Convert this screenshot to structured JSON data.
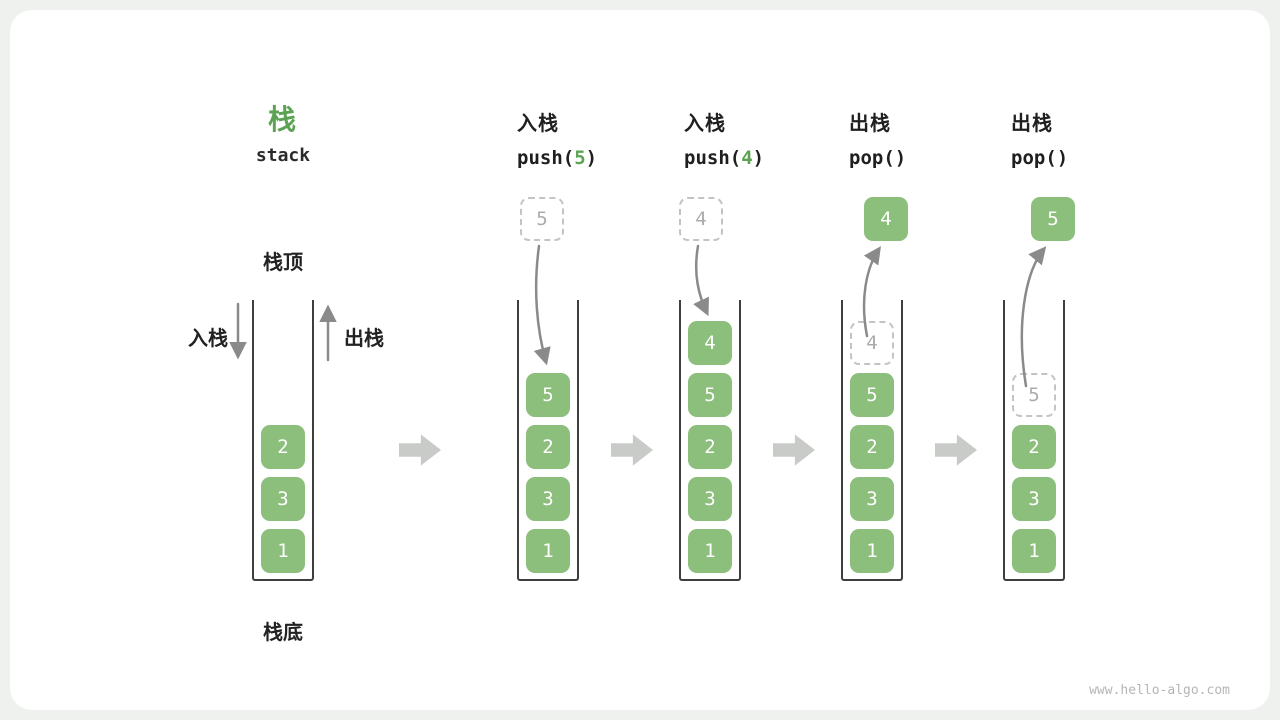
{
  "watermark": "www.hello-algo.com",
  "title": {
    "zh": "栈",
    "en": "stack"
  },
  "labels": {
    "top": "栈顶",
    "bottom": "栈底",
    "push": "入栈",
    "pop": "出栈"
  },
  "colors": {
    "cell_green": "#8cbe7c",
    "accent_green": "#5ba353",
    "flow_arrow_gray": "#8a8a8a",
    "step_arrow_gray": "#c8cbc7",
    "dashed_gray": "#c3c3c3",
    "frame_dark": "#3e3e3e"
  },
  "steps": [
    {
      "name": "initial",
      "cells": [
        {
          "v": "2",
          "style": "solid"
        },
        {
          "v": "3",
          "style": "solid"
        },
        {
          "v": "1",
          "style": "solid"
        }
      ]
    },
    {
      "name": "push-5",
      "header": {
        "zh": "入栈",
        "fn": "push(",
        "arg": "5",
        "close": ")"
      },
      "float": {
        "v": "5",
        "style": "dashed"
      },
      "cells": [
        {
          "v": "5",
          "style": "solid"
        },
        {
          "v": "2",
          "style": "solid"
        },
        {
          "v": "3",
          "style": "solid"
        },
        {
          "v": "1",
          "style": "solid"
        }
      ]
    },
    {
      "name": "push-4",
      "header": {
        "zh": "入栈",
        "fn": "push(",
        "arg": "4",
        "close": ")"
      },
      "float": {
        "v": "4",
        "style": "dashed"
      },
      "cells": [
        {
          "v": "4",
          "style": "solid"
        },
        {
          "v": "5",
          "style": "solid"
        },
        {
          "v": "2",
          "style": "solid"
        },
        {
          "v": "3",
          "style": "solid"
        },
        {
          "v": "1",
          "style": "solid"
        }
      ]
    },
    {
      "name": "pop-4",
      "header": {
        "zh": "出栈",
        "fn": "pop(",
        "arg": "",
        "close": ")"
      },
      "float": {
        "v": "4",
        "style": "solid"
      },
      "cells": [
        {
          "v": "4",
          "style": "dashed"
        },
        {
          "v": "5",
          "style": "solid"
        },
        {
          "v": "2",
          "style": "solid"
        },
        {
          "v": "3",
          "style": "solid"
        },
        {
          "v": "1",
          "style": "solid"
        }
      ]
    },
    {
      "name": "pop-5",
      "header": {
        "zh": "出栈",
        "fn": "pop(",
        "arg": "",
        "close": ")"
      },
      "float": {
        "v": "5",
        "style": "solid"
      },
      "cells": [
        {
          "v": "5",
          "style": "dashed"
        },
        {
          "v": "2",
          "style": "solid"
        },
        {
          "v": "3",
          "style": "solid"
        },
        {
          "v": "1",
          "style": "solid"
        }
      ]
    }
  ]
}
